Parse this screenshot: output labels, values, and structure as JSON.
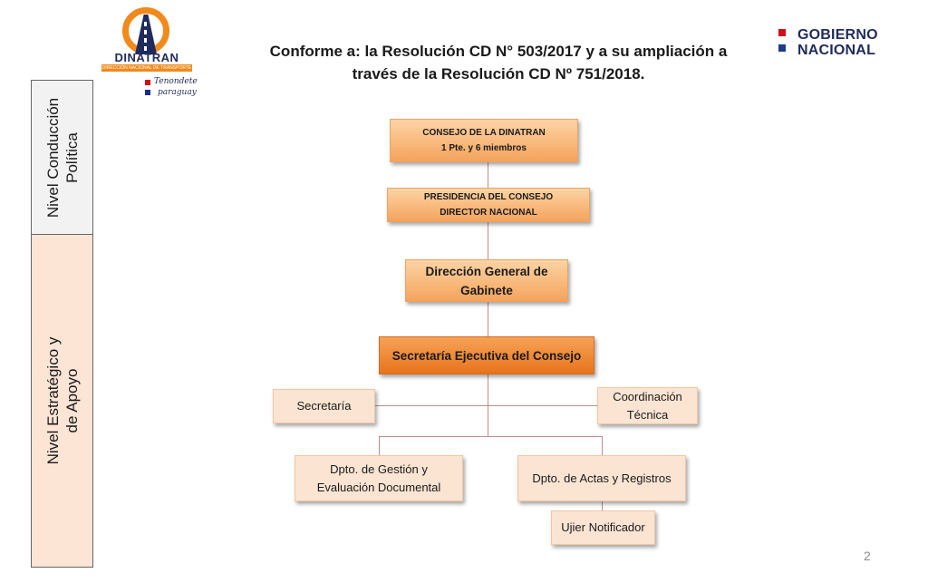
{
  "branding": {
    "logo_name": "DINATRAN",
    "logo_subtitle": "DIRECCIÓN NACIONAL DE TRANSPORTE",
    "slogan_line1": "Tenondete",
    "slogan_line2": "paraguay",
    "gov_line1": "GOBIERNO",
    "gov_line2": "NACIONAL"
  },
  "title": {
    "line1": "Conforme a: la Resolución CD N° 503/2017 y a su ampliación a",
    "line2": "través de la Resolución CD Nº 751/2018."
  },
  "levels": {
    "top": {
      "line1": "Nivel Conducción",
      "line2": "Política"
    },
    "bottom": {
      "line1": "Nivel Estratégico y",
      "line2": "de Apoyo"
    }
  },
  "org": {
    "consejo": {
      "line1": "CONSEJO DE LA DINATRAN",
      "line2": "1 Pte. y 6 miembros"
    },
    "presidencia": {
      "line1": "PRESIDENCIA DEL CONSEJO",
      "line2": "DIRECTOR NACIONAL"
    },
    "direccion": {
      "line1": "Dirección General de",
      "line2": "Gabinete"
    },
    "secretaria_ejecutiva": "Secretaría Ejecutiva del Consejo",
    "secretaria": "Secretaría",
    "coordinacion": {
      "line1": "Coordinación",
      "line2": "Técnica"
    },
    "dpto_gestion": {
      "line1": "Dpto. de Gestión y",
      "line2": "Evaluación Documental"
    },
    "dpto_actas": "Dpto. de Actas y Registros",
    "ujier": "Ujier Notificador"
  },
  "page_number": "2",
  "colors": {
    "accent_orange": "#f08a1c",
    "box_gradient_top": "#fcd4a4",
    "box_gradient_bottom": "#f5a35c",
    "box_light": "#fce4d2",
    "navy": "#1f2b5c"
  }
}
